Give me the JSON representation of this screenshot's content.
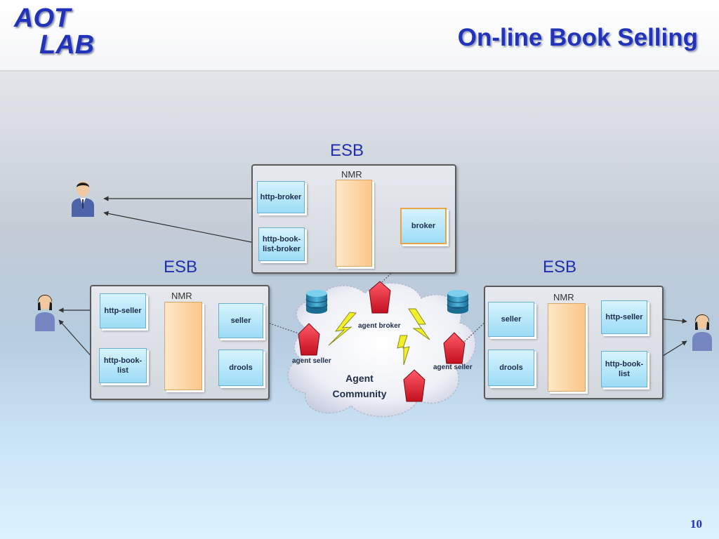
{
  "header": {
    "logo_line1": "AOT",
    "logo_line2": "LAB",
    "title": "On-line Book Selling"
  },
  "footer": {
    "page_number": "10"
  },
  "diagram": {
    "top_esb": {
      "esb_label": "ESB",
      "nmr_label": "NMR",
      "components": {
        "http_broker": "http-broker",
        "http_book_list_broker_line1": "http-book-",
        "http_book_list_broker_line2": "list-broker",
        "broker": "broker"
      }
    },
    "left_esb": {
      "esb_label": "ESB",
      "nmr_label": "NMR",
      "components": {
        "http_seller": "http-seller",
        "http_book_list_line1": "http-book-",
        "http_book_list_line2": "list",
        "seller": "seller",
        "drools": "drools"
      }
    },
    "right_esb": {
      "esb_label": "ESB",
      "nmr_label": "NMR",
      "components": {
        "seller": "seller",
        "drools": "drools",
        "http_seller": "http-seller",
        "http_book_list_line1": "http-book-",
        "http_book_list_line2": "list"
      }
    },
    "agent_community": {
      "label_line1": "Agent",
      "label_line2": "Community",
      "agent_broker": "agent broker",
      "agent_seller_left": "agent seller",
      "agent_seller_right": "agent seller"
    },
    "colors": {
      "title_blue": "#2233bb",
      "component_blue": "#9cdcf6",
      "nmr_orange": "#fbc68a",
      "agent_red": "#e8283a",
      "lightning_yellow": "#f2ee2a"
    }
  }
}
